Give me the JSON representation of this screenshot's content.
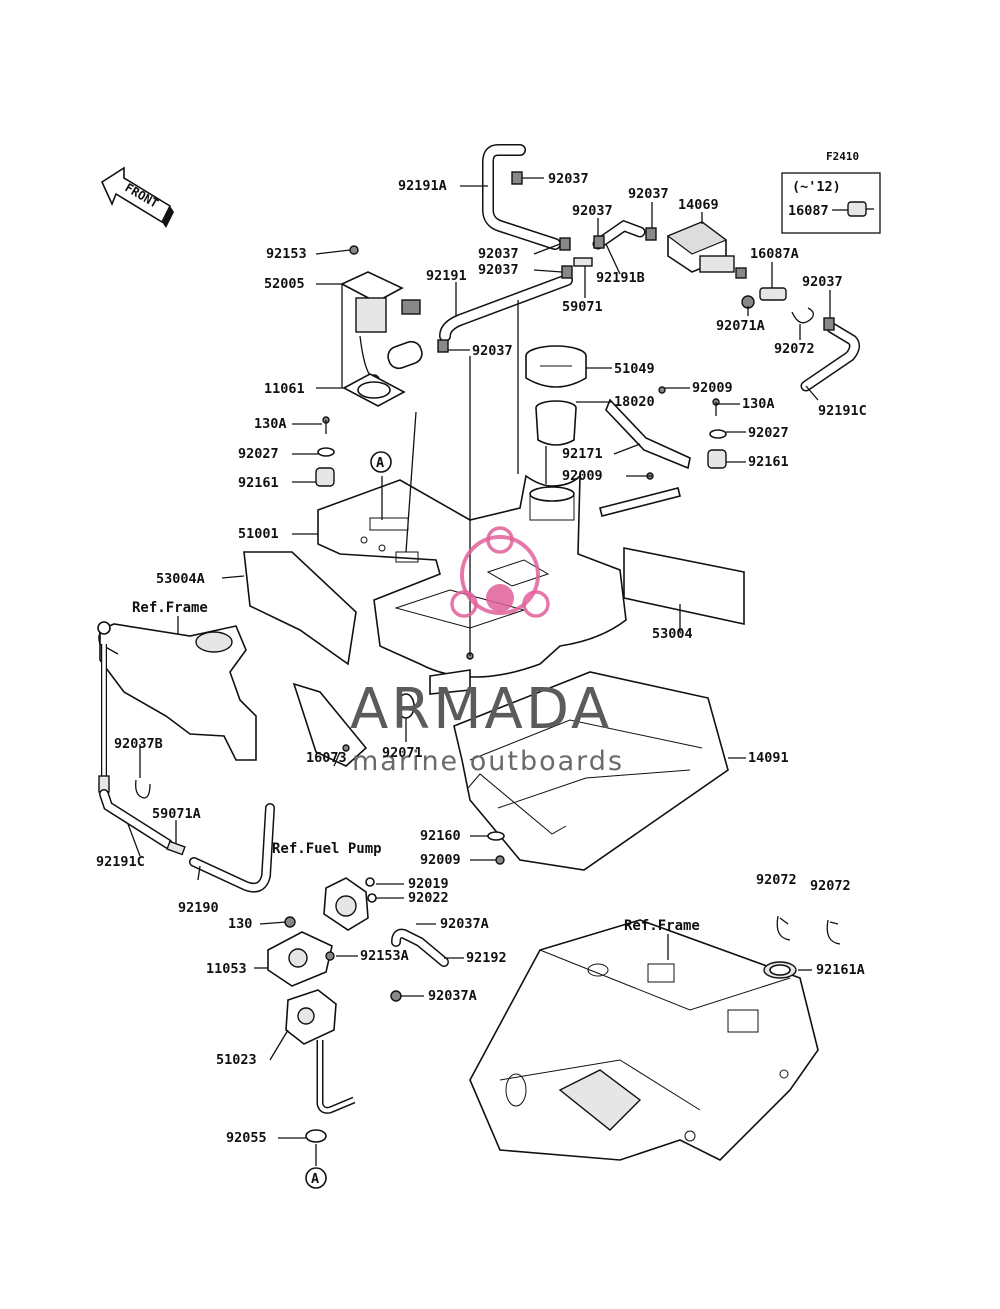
{
  "figure_code": "F2410",
  "front_label": "FRONT",
  "variant_box": {
    "range": "(~'12)",
    "part": "16087"
  },
  "callouts": [
    {
      "id": "92191A",
      "label": "92191A"
    },
    {
      "id": "92037-top",
      "label": "92037"
    },
    {
      "id": "92037-b",
      "label": "92037"
    },
    {
      "id": "92037-c",
      "label": "92037"
    },
    {
      "id": "14069",
      "label": "14069"
    },
    {
      "id": "92153",
      "label": "92153"
    },
    {
      "id": "92037-d",
      "label": "92037"
    },
    {
      "id": "92037-e",
      "label": "92037"
    },
    {
      "id": "92191B",
      "label": "92191B"
    },
    {
      "id": "16087A",
      "label": "16087A"
    },
    {
      "id": "52005",
      "label": "52005"
    },
    {
      "id": "92191",
      "label": "92191"
    },
    {
      "id": "59071",
      "label": "59071"
    },
    {
      "id": "92037-f",
      "label": "92037"
    },
    {
      "id": "92071A",
      "label": "92071A"
    },
    {
      "id": "92072-top",
      "label": "92072"
    },
    {
      "id": "92037-g",
      "label": "92037"
    },
    {
      "id": "51049",
      "label": "51049"
    },
    {
      "id": "11061",
      "label": "11061"
    },
    {
      "id": "92009-a",
      "label": "92009"
    },
    {
      "id": "92191C-top",
      "label": "92191C"
    },
    {
      "id": "18020",
      "label": "18020"
    },
    {
      "id": "130A-left",
      "label": "130A"
    },
    {
      "id": "130A-right",
      "label": "130A"
    },
    {
      "id": "92027-left",
      "label": "92027"
    },
    {
      "id": "92027-right",
      "label": "92027"
    },
    {
      "id": "92171",
      "label": "92171"
    },
    {
      "id": "92161-left",
      "label": "92161"
    },
    {
      "id": "92161-right",
      "label": "92161"
    },
    {
      "id": "92009-b",
      "label": "92009"
    },
    {
      "id": "51001",
      "label": "51001"
    },
    {
      "id": "53004A",
      "label": "53004A"
    },
    {
      "id": "53004",
      "label": "53004"
    },
    {
      "id": "92037B",
      "label": "92037B"
    },
    {
      "id": "92071",
      "label": "92071"
    },
    {
      "id": "16073",
      "label": "16073"
    },
    {
      "id": "14091",
      "label": "14091"
    },
    {
      "id": "59071A",
      "label": "59071A"
    },
    {
      "id": "92191C-bottom",
      "label": "92191C"
    },
    {
      "id": "92160",
      "label": "92160"
    },
    {
      "id": "92009-c",
      "label": "92009"
    },
    {
      "id": "92019",
      "label": "92019"
    },
    {
      "id": "92190",
      "label": "92190"
    },
    {
      "id": "92022",
      "label": "92022"
    },
    {
      "id": "130",
      "label": "130"
    },
    {
      "id": "92037A-a",
      "label": "92037A"
    },
    {
      "id": "92072-b",
      "label": "92072"
    },
    {
      "id": "92072-c",
      "label": "92072"
    },
    {
      "id": "11053",
      "label": "11053"
    },
    {
      "id": "92153A",
      "label": "92153A"
    },
    {
      "id": "92192",
      "label": "92192"
    },
    {
      "id": "92161A",
      "label": "92161A"
    },
    {
      "id": "92037A-b",
      "label": "92037A"
    },
    {
      "id": "51023",
      "label": "51023"
    },
    {
      "id": "92055",
      "label": "92055"
    }
  ],
  "references": {
    "frame_left": "Ref.Frame",
    "fuel_pump": "Ref.Fuel Pump",
    "frame_right": "Ref.Frame"
  },
  "connector_marker": "A",
  "watermark": {
    "brand": "ARMADA",
    "tagline": "marine outboards",
    "accent_color": "#e0609a"
  }
}
